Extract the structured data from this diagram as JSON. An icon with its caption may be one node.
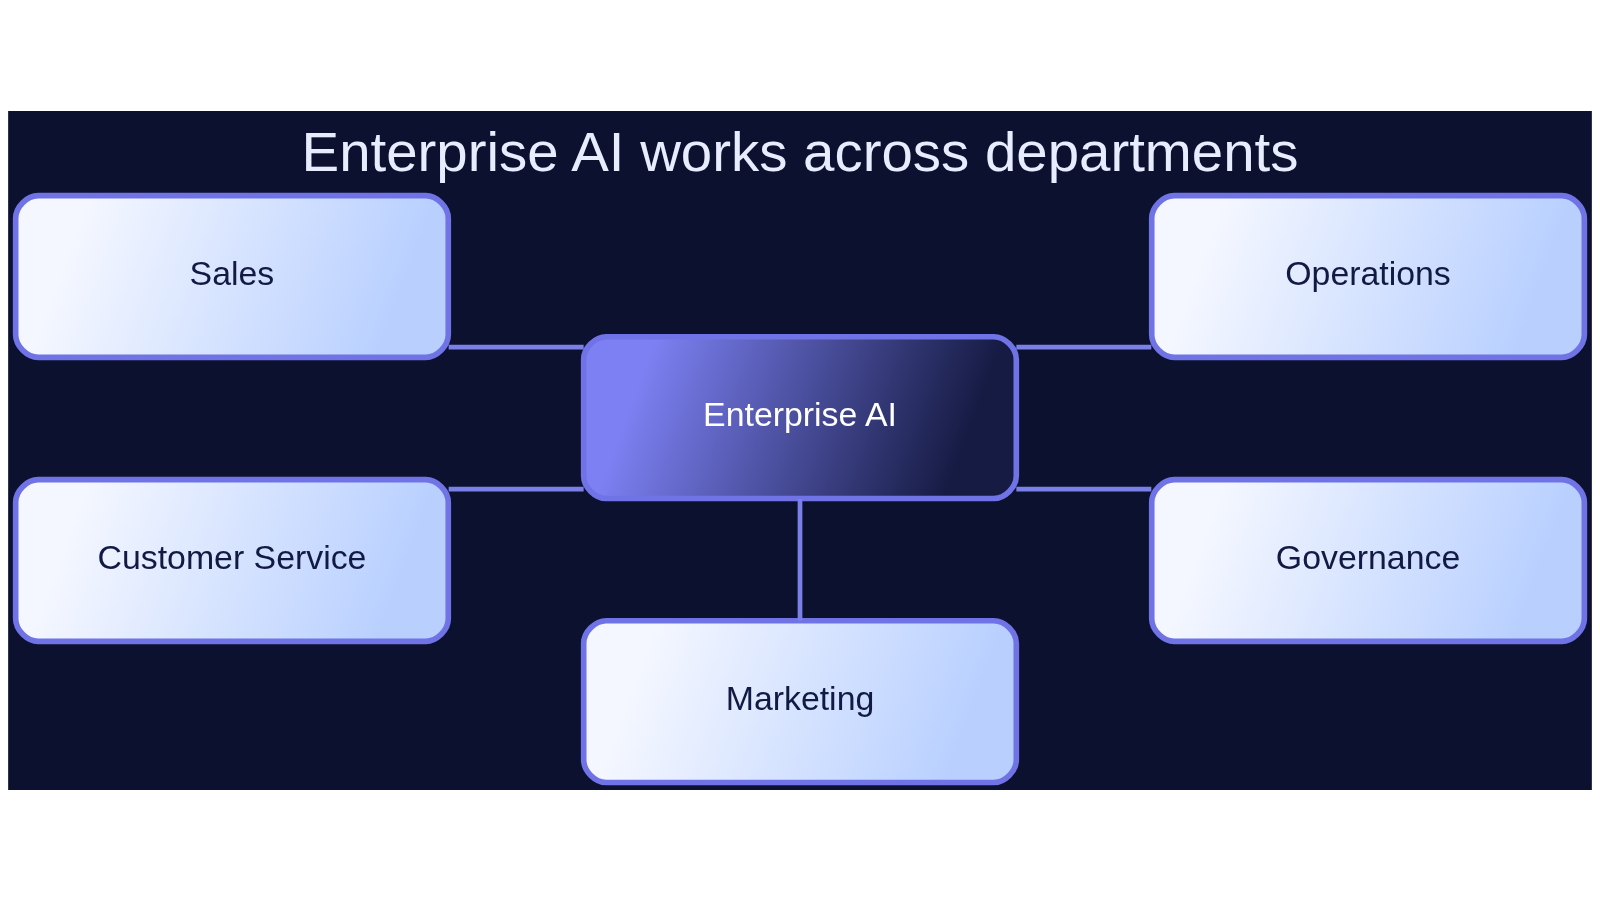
{
  "diagram": {
    "title": "Enterprise AI works across departments",
    "nodes": [
      {
        "text": [
          "Marketing"
        ]
      },
      {
        "text": [
          "Sales"
        ]
      },
      {
        "text": [
          "Operations"
        ]
      },
      {
        "text": [
          "Enterprise AI"
        ]
      },
      {
        "text": [
          "Customer Service"
        ]
      },
      {
        "text": [
          "Governance"
        ]
      }
    ],
    "edges": [
      {
        "from": 3,
        "to": 0,
        "arrow": "none"
      },
      {
        "from": 3,
        "to": 1,
        "arrow": "none"
      },
      {
        "from": 3,
        "to": 2,
        "arrow": "none"
      },
      {
        "from": 3,
        "to": 4,
        "arrow": "none"
      },
      {
        "from": 3,
        "to": 5,
        "arrow": "none"
      }
    ]
  }
}
